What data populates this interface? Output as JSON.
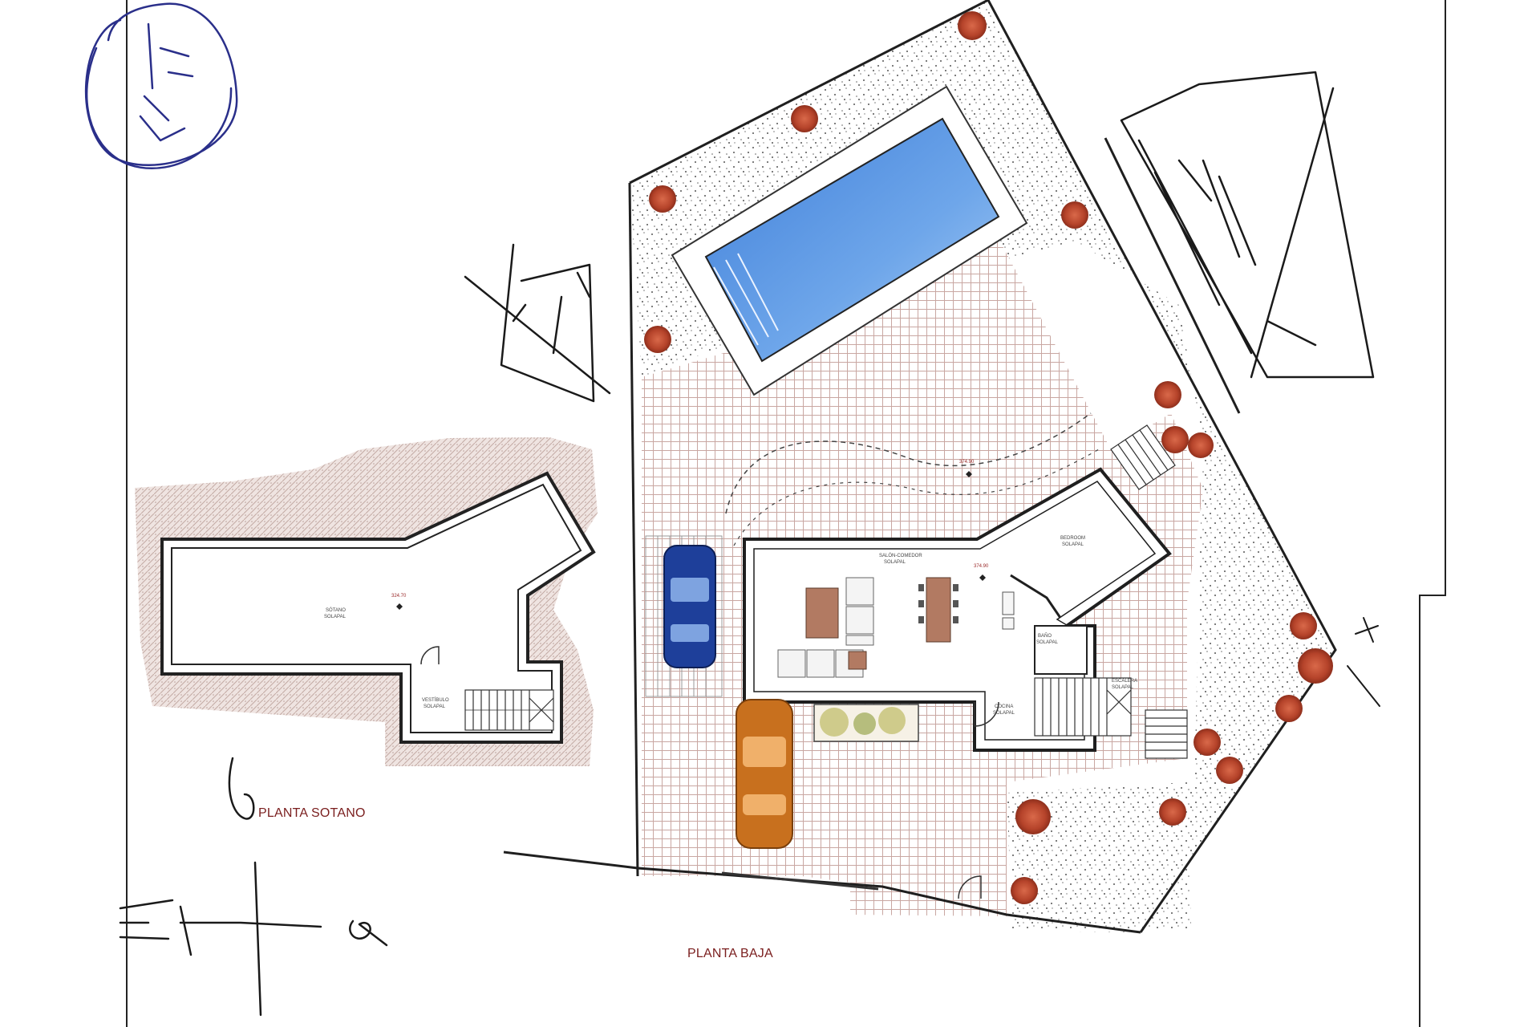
{
  "drawing": {
    "labels": {
      "basement_plan": "PLANTA SOTANO",
      "ground_plan": "PLANTA BAJA"
    },
    "basement": {
      "room_name": "SÓTANO",
      "room_floor": "SOLAPAL",
      "level": "324.70",
      "hall_name": "VESTÍBULO",
      "hall_floor": "SOLAPAL"
    },
    "ground": {
      "living_name": "SALÓN-COMEDOR",
      "living_floor": "SOLAPAL",
      "living_level": "374.90",
      "terrace_level": "374.90",
      "bedroom_name": "BEDROOM",
      "bedroom_floor": "SOLAPAL",
      "bath_name": "BAÑO",
      "bath_floor": "SOLAPAL",
      "kitchen_name": "COCINA",
      "kitchen_floor": "SOLAPAL",
      "stair_name": "ESCALERA",
      "stair_floor": "SOLAPAL"
    },
    "colors": {
      "pool_water": "#4f8fe0",
      "car_blue": "#1e3f9a",
      "car_orange": "#c8701e",
      "plant": "#b5432a",
      "grid": "#c9a7a2",
      "ink": "#1f1f1f",
      "pen": "#2a2f8a"
    }
  }
}
